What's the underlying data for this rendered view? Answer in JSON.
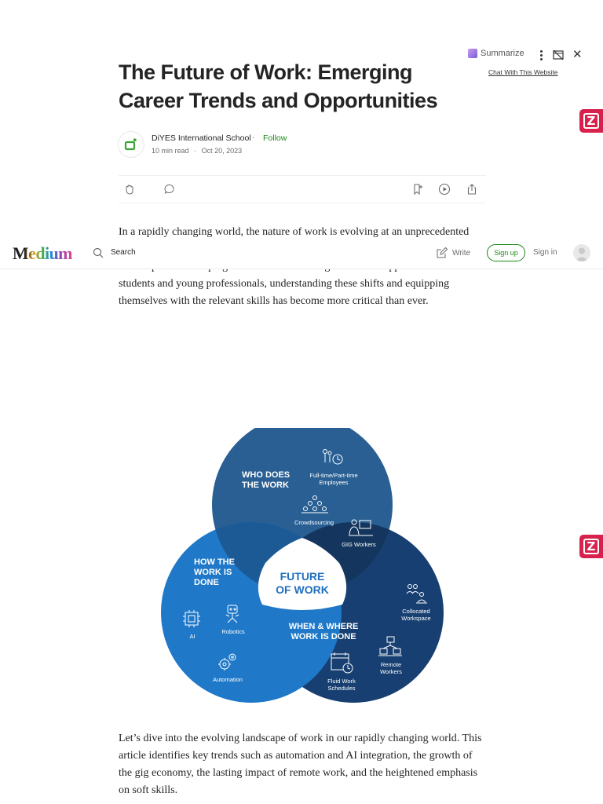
{
  "extension": {
    "summarize_label": "Summarize",
    "chat_link": "Chat With This Website"
  },
  "zotero_badge": "Z",
  "article": {
    "title": "The Future of Work: Emerging Career Trends and Opportunities",
    "author": "DiYES International School",
    "separator": "·",
    "follow_label": "Follow",
    "read_time": "10 min read",
    "date": "Oct 20, 2023",
    "intro_paragraph": "In a rapidly changing world, the nature of work is evolving at an unprecedented pace. Technological advancements, globalization, and shifting socio-economic landscapes are reshaping industries and creating new career opportunities. For students and young professionals, understanding these shifts and equipping themselves with the relevant skills has become more critical than ever.",
    "second_paragraph": "Let’s dive into the evolving landscape of work in our rapidly changing world. This article identifies key trends such as automation and AI integration, the growth of the gig economy, the lasting impact of remote work, and the heightened emphasis on soft skills."
  },
  "header": {
    "logo": "Medium",
    "search_placeholder": "Search",
    "write_label": "Write",
    "signup_label": "Sign up",
    "signin_label": "Sign in"
  },
  "diagram": {
    "center_line1": "FUTURE",
    "center_line2": "OF WORK",
    "who": {
      "title_line1": "WHO DOES",
      "title_line2": "THE WORK",
      "item1_line1": "Full-time/Part-time",
      "item1_line2": "Employees",
      "item2": "Crowdsourcing",
      "item3": "GIG Workers"
    },
    "how": {
      "title_line1": "HOW THE",
      "title_line2": "WORK IS",
      "title_line3": "DONE",
      "item1": "AI",
      "item2": "Robotics",
      "item3": "Automation"
    },
    "when": {
      "title_line1": "WHEN & WHERE",
      "title_line2": "WORK IS DONE",
      "item1_line1": "Collocated",
      "item1_line2": "Workspace",
      "item2_line1": "Remote",
      "item2_line2": "Workers",
      "item3_line1": "Fluid Work",
      "item3_line2": "Schedules"
    },
    "colors": {
      "who": "#2a5f93",
      "how": "#1f78c8",
      "when": "#173f71",
      "overlap": "#14365e"
    }
  }
}
